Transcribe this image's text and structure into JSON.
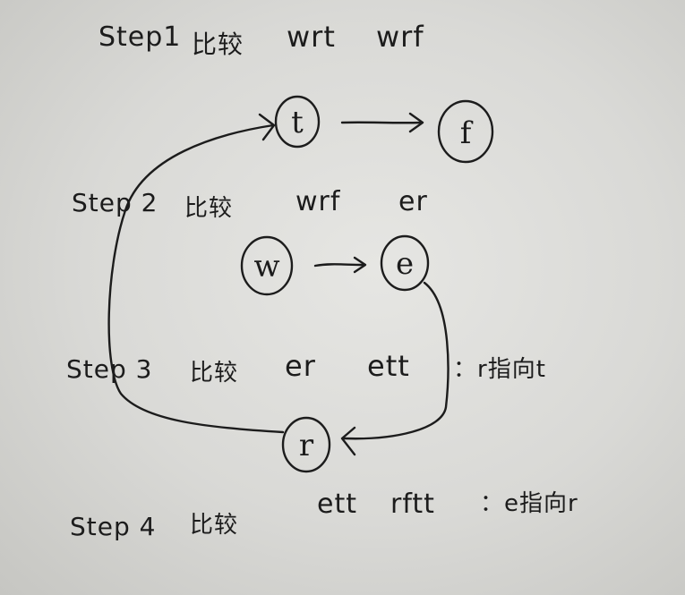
{
  "steps": [
    {
      "label": "Step1",
      "verb": "比较",
      "first": "wrt",
      "second": "wrf",
      "result": ""
    },
    {
      "label": "Step 2",
      "verb": "比较",
      "first": "wrf",
      "second": "er",
      "result": ""
    },
    {
      "label": "Step 3",
      "verb": "比较",
      "first": "er",
      "second": "ett",
      "result": "：r指向t"
    },
    {
      "label": "Step 4",
      "verb": "比较",
      "first": "ett",
      "second": "rftt",
      "result": "：e指向r"
    }
  ],
  "nodes": {
    "t": "t",
    "f": "f",
    "w": "w",
    "e": "e",
    "r": "r"
  },
  "edges": [
    {
      "from": "t",
      "to": "f"
    },
    {
      "from": "w",
      "to": "e"
    },
    {
      "from": "e",
      "to": "r"
    },
    {
      "from": "r",
      "to": "t"
    }
  ],
  "colors": {
    "ink": "#1c1c1c",
    "paper": "#e2e2df"
  }
}
